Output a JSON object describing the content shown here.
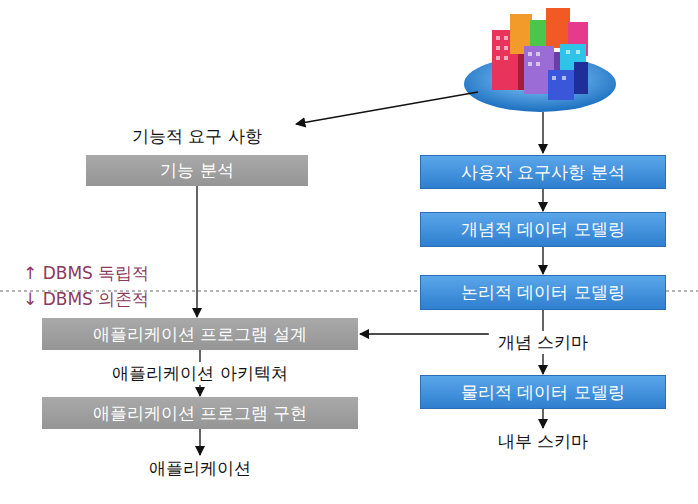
{
  "diagram": {
    "nodes": [
      {
        "text": [
          "기능적 요구 사항",
          "기능 분석"
        ]
      },
      {
        "text": [
          "애플리케이션 프로그램 설계"
        ]
      },
      {
        "text": [
          "애플리케이션 프로그램 구현"
        ]
      },
      {
        "text": [
          "사용자 요구사항 분석"
        ]
      },
      {
        "text": [
          "개념적 데이터 모델링"
        ]
      },
      {
        "text": [
          "논리적 데이터 모델링"
        ]
      },
      {
        "text": [
          "물리적 데이터 모델링"
        ]
      }
    ],
    "edges": [
      {
        "from": 0,
        "to": 1,
        "arrow": "to"
      },
      {
        "from": 1,
        "to": 2,
        "label": "애플리케이션 아키텍쳐",
        "arrow": "to"
      },
      {
        "from": 3,
        "to": 4,
        "arrow": "to"
      },
      {
        "from": 4,
        "to": 5,
        "arrow": "to"
      },
      {
        "from": 5,
        "to": 6,
        "label": "개념 스키마",
        "arrow": "to"
      }
    ],
    "labels": [
      "↑ DBMS 독립적",
      "↓ DBMS 의존적",
      "내부 스키마",
      "애플리케이션"
    ]
  }
}
